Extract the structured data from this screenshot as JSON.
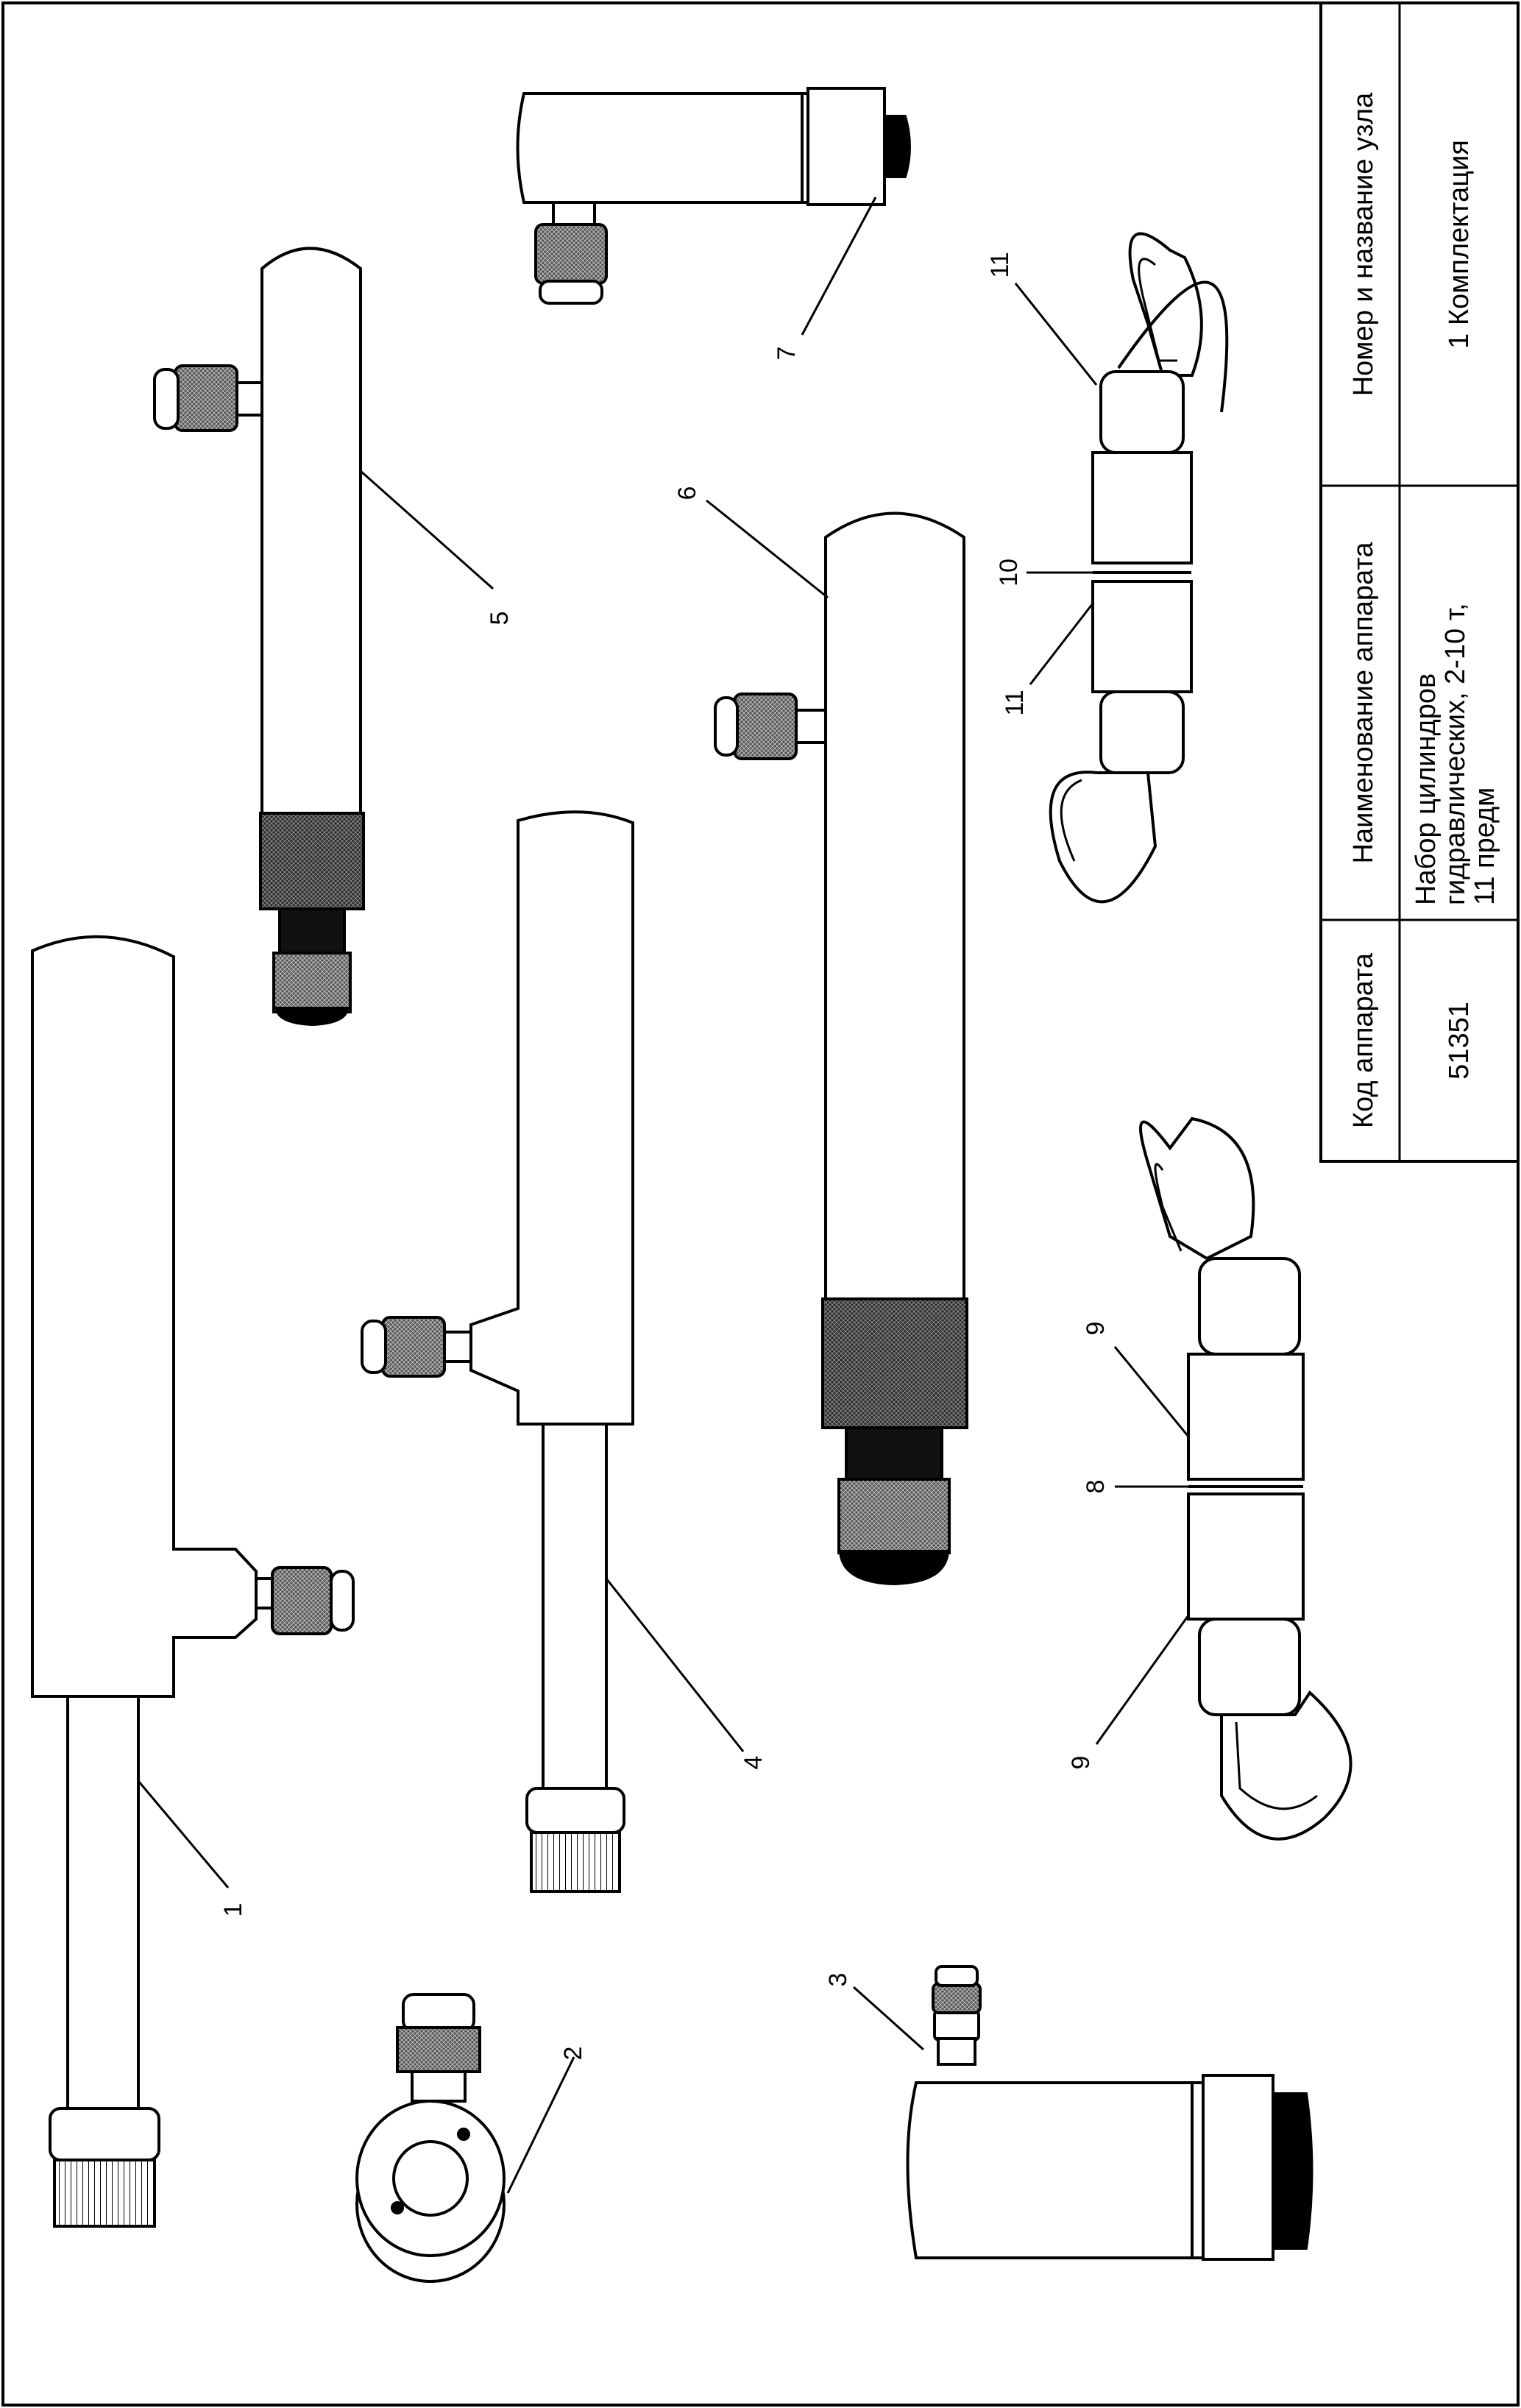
{
  "title_block": {
    "code_header": "Код аппарата",
    "code_value": "51351",
    "name_header": "Наименование аппарата",
    "name_line1": "Набор цилиндров",
    "name_line2": "гидравлических, 2-10 т,",
    "name_line3": "11 предм",
    "unit_header": "Номер и название узла",
    "unit_value": "1 Комплектация"
  },
  "callouts": {
    "c1": "1",
    "c2": "2",
    "c3": "3",
    "c4": "4",
    "c5": "5",
    "c6": "6",
    "c7": "7",
    "c8": "8",
    "c9a": "9",
    "c9b": "9",
    "c10": "10",
    "c11a": "11",
    "c11b": "11"
  },
  "colors": {
    "line": "#000000",
    "knurl_dark": "#333333",
    "knurl_mid": "#777777",
    "background": "#ffffff"
  }
}
